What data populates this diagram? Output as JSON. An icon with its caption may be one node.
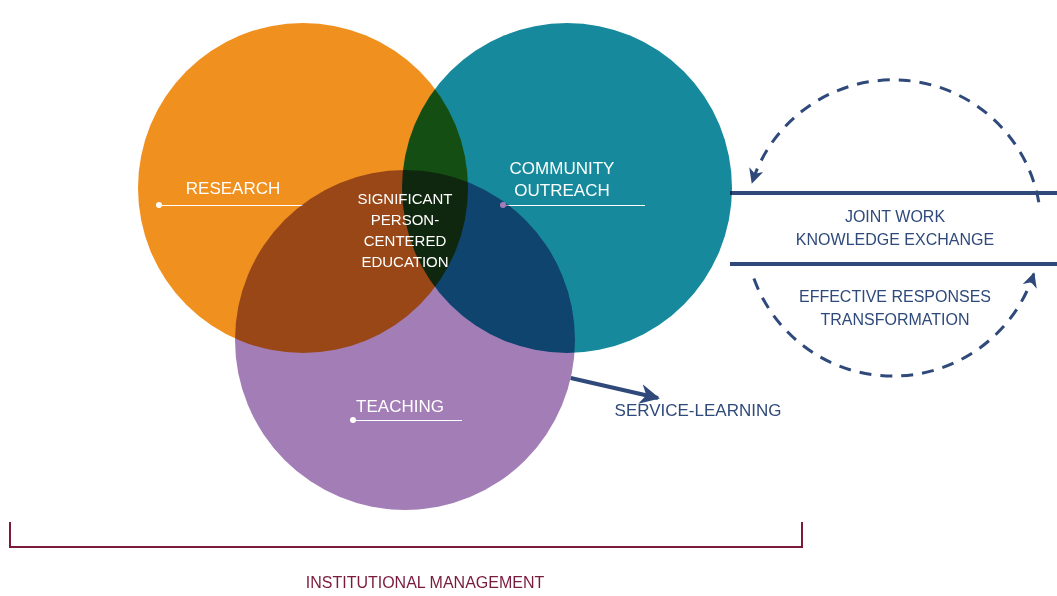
{
  "diagram": {
    "nodes": [
      {
        "text": [
          "RESEARCH"
        ]
      },
      {
        "text": [
          "COMMUNITY OUTREACH"
        ]
      },
      {
        "text": [
          "TEACHING"
        ]
      },
      {
        "text": [
          "SIGNIFICANT PERSON-CENTERED EDUCATION"
        ]
      },
      {
        "text": [
          "SERVICE-LEARNING"
        ]
      }
    ],
    "edges": [
      {
        "from": 2,
        "to": 4,
        "arrow": "to"
      }
    ],
    "labels": [
      "JOINT WORK",
      "KNOWLEDGE EXCHANGE",
      "EFFECTIVE RESPONSES",
      "TRANSFORMATION",
      "INSTITUTIONAL MANAGEMENT"
    ]
  }
}
